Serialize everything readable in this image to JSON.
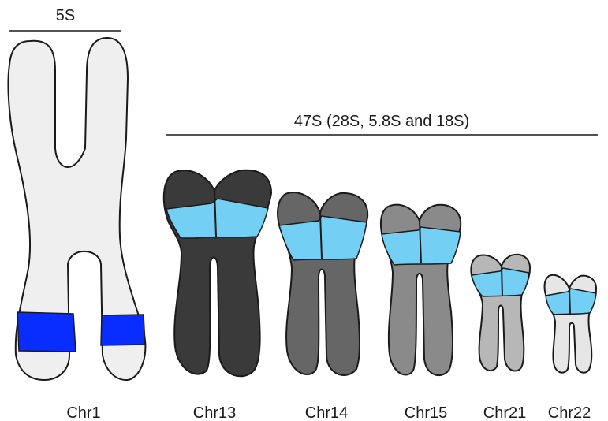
{
  "groups": {
    "five_s": "5S",
    "forty_seven_s": "47S (28S, 5.8S and 18S)"
  },
  "chromosomes": [
    {
      "label": "Chr1"
    },
    {
      "label": "Chr13"
    },
    {
      "label": "Chr14"
    },
    {
      "label": "Chr15"
    },
    {
      "label": "Chr21"
    },
    {
      "label": "Chr22"
    }
  ],
  "colors": {
    "chr1_body": "#efefef",
    "chr1_band": "#0a2dff",
    "rdna_band": "#74cff5",
    "chr13": "#3a3a3a",
    "chr14": "#666666",
    "chr15": "#8a8a8a",
    "chr21": "#b7b7b7",
    "chr22": "#e6e6e6"
  }
}
